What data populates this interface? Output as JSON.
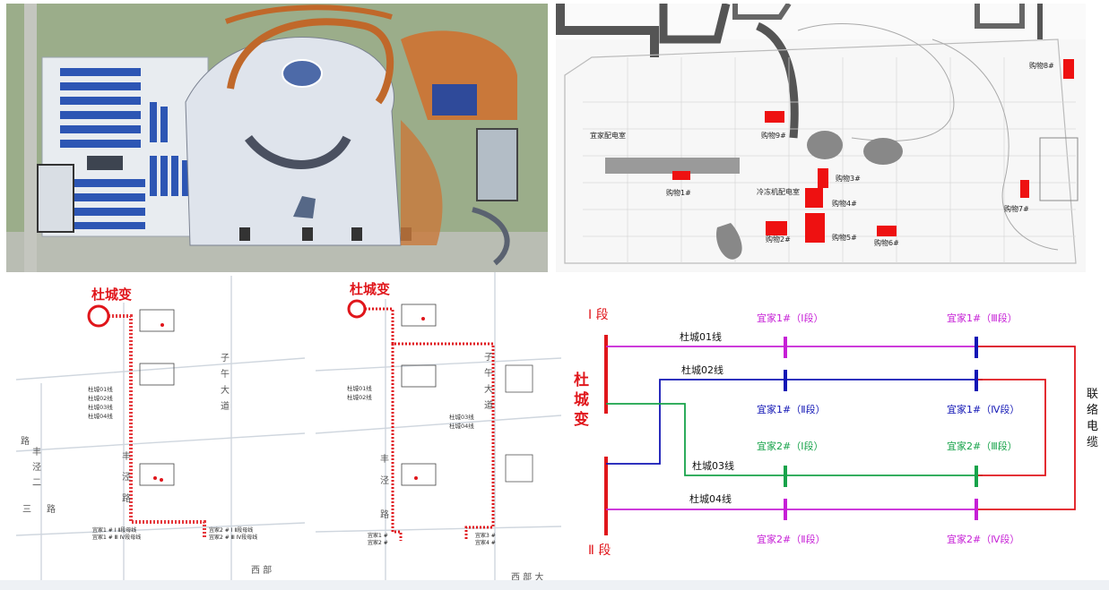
{
  "site_plan": {},
  "floor_plan": {
    "labels": {
      "ikea_room": "宜家配电室",
      "shop1": "购物1#",
      "shop2": "购物2#",
      "shop3": "购物3#",
      "shop4": "购物4#",
      "shop5": "购物5#",
      "shop6": "购物6#",
      "shop7": "购物7#",
      "shop8": "购物8#",
      "shop9": "购物9#",
      "chiller_room": "冷冻机配电室"
    }
  },
  "route_map_a": {
    "substation": "杜城变",
    "cables": [
      "杜城01线",
      "杜城02线",
      "杜城03线",
      "杜城04线"
    ],
    "road_top_right": [
      "子",
      "午",
      "大",
      "道"
    ],
    "road_middle": [
      "丰",
      "泾",
      "路"
    ],
    "road_left_1": [
      "路"
    ],
    "road_left_2": [
      "丰",
      "泾",
      "二",
      "路"
    ],
    "road_left_3": [
      "三"
    ],
    "bottom_road": "西 部",
    "busbar_left_1": "宜家1 # Ⅰ Ⅱ段母线",
    "busbar_left_2": "宜家1 # Ⅲ Ⅳ段母线",
    "busbar_right_1": "宜家2 # Ⅰ Ⅱ段母线",
    "busbar_right_2": "宜家2 # Ⅲ Ⅳ段母线"
  },
  "route_map_b": {
    "substation": "杜城变",
    "cables_left": [
      "杜城01线",
      "杜城02线"
    ],
    "cables_right": [
      "杜城03线",
      "杜城04线"
    ],
    "road_top_right": [
      "子",
      "午",
      "大",
      "道"
    ],
    "road_middle": [
      "丰",
      "泾",
      "路"
    ],
    "bottom_road": "西 部 大",
    "busbar_left": [
      "宜家1 #",
      "宜家2 #"
    ],
    "busbar_right": [
      "宜家3 #",
      "宜家4 #"
    ]
  },
  "wiring": {
    "colors": {
      "red": "#e0161b",
      "magenta": "#c61fd6",
      "blue": "#1216b5",
      "green": "#17a34a"
    },
    "substation": "杜城变",
    "section_top": "Ⅰ 段",
    "section_bottom": "Ⅱ 段",
    "lines": [
      "杜城01线",
      "杜城02线",
      "杜城03线",
      "杜城04线"
    ],
    "tie_cable": "联络电缆",
    "nodes": {
      "n1": "宜家1#（Ⅰ段）",
      "n2": "宜家1#（Ⅲ段）",
      "n3": "宜家1#（Ⅱ段）",
      "n4": "宜家1#（Ⅳ段）",
      "n5": "宜家2#（Ⅰ段）",
      "n6": "宜家2#（Ⅲ段）",
      "n7": "宜家2#（Ⅱ段）",
      "n8": "宜家2#（Ⅳ段）"
    }
  }
}
